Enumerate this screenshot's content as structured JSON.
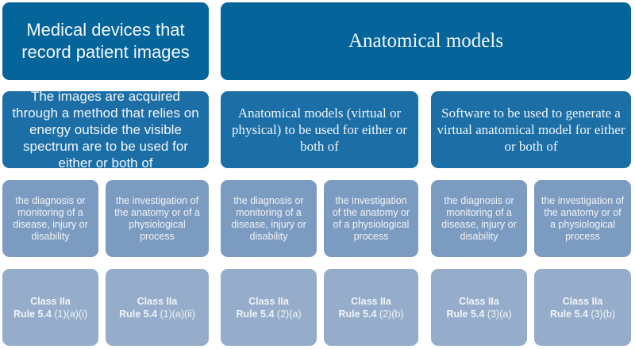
{
  "headers": [
    {
      "text": "Medical devices that record patient images"
    },
    {
      "text": "Anatomical models"
    }
  ],
  "categories": [
    {
      "text": "The images are acquired through a method that relies on energy outside the visible spectrum are to be used for either or both of"
    },
    {
      "text": "Anatomical models (virtual or physical) to be used for either or both of"
    },
    {
      "text": "Software to be used to generate a virtual anatomical model for either or both of"
    }
  ],
  "purposes": [
    {
      "text": "the diagnosis or monitoring of a disease, injury or disability"
    },
    {
      "text": "the investigation of the anatomy or of a physiological process"
    },
    {
      "text": "the diagnosis or monitoring of a disease, injury or disability"
    },
    {
      "text": "the investigation of the anatomy or of a physiological process"
    },
    {
      "text": "the diagnosis or monitoring of a disease, injury or disability"
    },
    {
      "text": "the investigation of the anatomy or of a physiological process"
    }
  ],
  "classifications": [
    {
      "class": "Class IIa",
      "rule": "Rule 5.4",
      "ref": "(1)(a)(i)"
    },
    {
      "class": "Class IIa",
      "rule": "Rule 5.4",
      "ref": "(1)(a)(ii)"
    },
    {
      "class": "Class IIa",
      "rule": "Rule 5.4",
      "ref": "(2)(a)"
    },
    {
      "class": "Class IIa",
      "rule": "Rule 5.4",
      "ref": "(2)(b)"
    },
    {
      "class": "Class IIa",
      "rule": "Rule 5.4",
      "ref": "(3)(a)"
    },
    {
      "class": "Class IIa",
      "rule": "Rule 5.4",
      "ref": "(3)(b)"
    }
  ]
}
